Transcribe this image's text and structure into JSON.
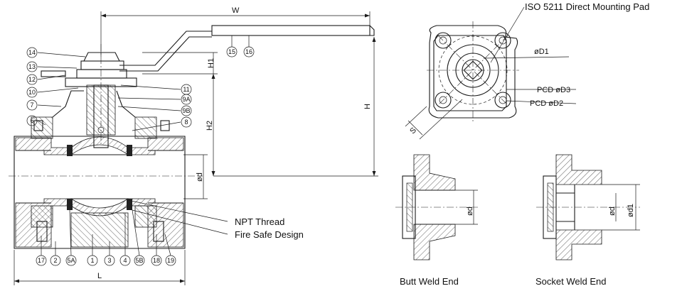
{
  "dimensions": {
    "W": "W",
    "H": "H",
    "H1": "H1",
    "H2": "H2",
    "L": "L",
    "d": "ød",
    "d1": "ød1",
    "D1": "øD1",
    "S": "S",
    "PCD3": "PCD  øD3",
    "PCD2": "PCD  øD2"
  },
  "annotations": {
    "iso": "ISO 5211 Direct Mounting Pad",
    "npt": "NPT Thread",
    "fire": "Fire Safe Design"
  },
  "captions": {
    "butt": "Butt Weld End",
    "socket": "Socket Weld End"
  },
  "balloons": {
    "b14": "14",
    "b13": "13",
    "b12": "12",
    "b10": "10",
    "b7": "7",
    "b6": "6",
    "b15": "15",
    "b16": "16",
    "b11": "11",
    "b9a": "9A",
    "b9b": "9B",
    "b8": "8",
    "b17": "17",
    "b2": "2",
    "b5a": "5A",
    "b1": "1",
    "b3": "3",
    "b4": "4",
    "b5b": "5B",
    "b18": "18",
    "b19": "19"
  },
  "colors": {
    "line": "#1a1a1a",
    "background": "#ffffff"
  }
}
